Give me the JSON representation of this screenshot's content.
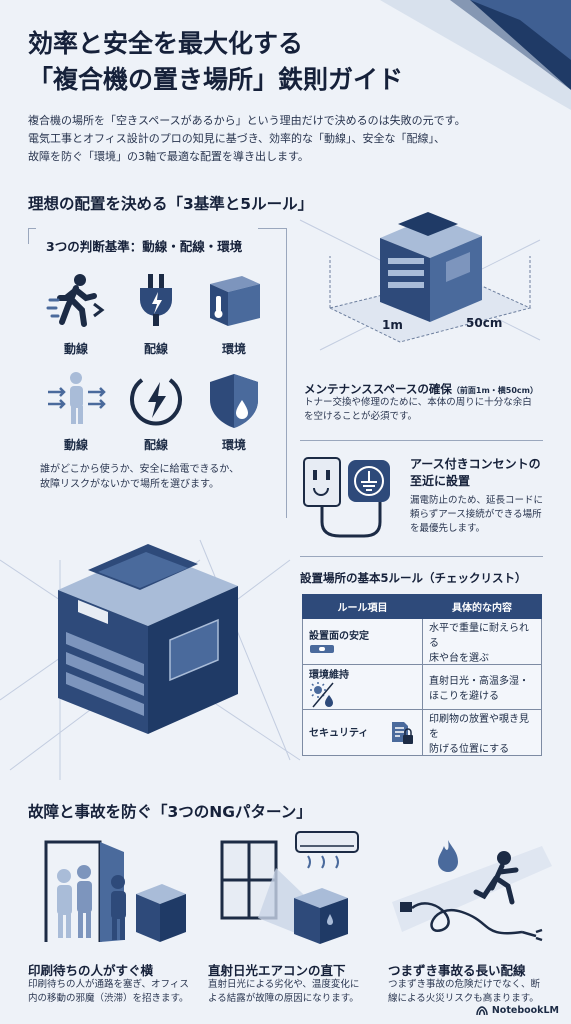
{
  "header": {
    "title_line1": "効率と安全を最大化する",
    "title_line2": "「複合機の置き場所」鉄則ガイド",
    "intro_line1": "複合機の場所を「空きスペースがあるから」という理由だけで決めるのは失敗の元です。",
    "intro_line2": "電気工事とオフィス設計のプロの知見に基づき、効率的な「動線」、安全な「配線」、",
    "intro_line3": "故障を防ぐ「環境」の3軸で最適な配置を導き出します。"
  },
  "section1": {
    "heading": "理想の配置を決める「3基準と5ルール」",
    "criteria_heading": "3つの判断基準：動線・配線・環境",
    "icons_row1": [
      {
        "label": "動線",
        "icon": "walking-person-icon"
      },
      {
        "label": "配線",
        "icon": "power-plug-icon"
      },
      {
        "label": "環境",
        "icon": "thermometer-box-icon"
      }
    ],
    "icons_row2": [
      {
        "label": "動線",
        "icon": "people-moving-icon"
      },
      {
        "label": "配線",
        "icon": "lightning-circle-icon"
      },
      {
        "label": "環境",
        "icon": "shield-drop-icon"
      }
    ],
    "criteria_desc_line1": "誰がどこから使うか、安全に給電できるか、",
    "criteria_desc_line2": "故障リスクがないかで場所を選びます。"
  },
  "maintenance": {
    "dim_front": "1m",
    "dim_side": "50cm",
    "title": "メンテナンススペースの確保",
    "title_note": "（前面1m・横50cm）",
    "desc_line1": "トナー交換や修理のために、本体の周りに十分な余白",
    "desc_line2": "を空けることが必須です。"
  },
  "outlet": {
    "title_line1": "アース付きコンセントの",
    "title_line2": "至近に設置",
    "desc_line1": "漏電防止のため、延長コードに",
    "desc_line2": "頼らずアース接続ができる場所",
    "desc_line3": "を最優先します。"
  },
  "rules": {
    "heading": "設置場所の基本5ルール（チェックリスト）",
    "col_item": "ルール項目",
    "col_detail": "具体的な内容",
    "rows": [
      {
        "item": "設置面の安定",
        "detail_line1": "水平で重量に耐えられる",
        "detail_line2": "床や台を選ぶ",
        "icon": "level-icon"
      },
      {
        "item": "環境維持",
        "detail_line1": "直射日光・高温多湿・",
        "detail_line2": "ほこりを避ける",
        "icon": "sun-drop-icon"
      },
      {
        "item": "セキュリティ",
        "detail_line1": "印刷物の放置や覗き見を",
        "detail_line2": "防げる位置にする",
        "icon": "document-lock-icon"
      }
    ]
  },
  "section2": {
    "heading": "故障と事故を防ぐ「3つのNGパターン」",
    "patterns": [
      {
        "title": "印刷待ちの人がすぐ横",
        "desc_line1": "印刷待ちの人が通路を塞ぎ、オフィス",
        "desc_line2": "内の移動の邪魔（渋滞）を招きます。"
      },
      {
        "title": "直射日光エアコンの直下",
        "desc_line1": "直射日光による劣化や、温度変化に",
        "desc_line2": "よる結露が故障の原因になります。"
      },
      {
        "title": "つまずき事故る長い配線",
        "desc_line1": "つまずき事故の危険だけでなく、断",
        "desc_line2": "線による火災リスクも高まります。"
      }
    ]
  },
  "footer": {
    "logo": "NotebookLM"
  },
  "colors": {
    "navy": "#1f3a66",
    "mid": "#4a6a9c",
    "light": "#a9bcd8",
    "bg": "#eef2f8"
  }
}
